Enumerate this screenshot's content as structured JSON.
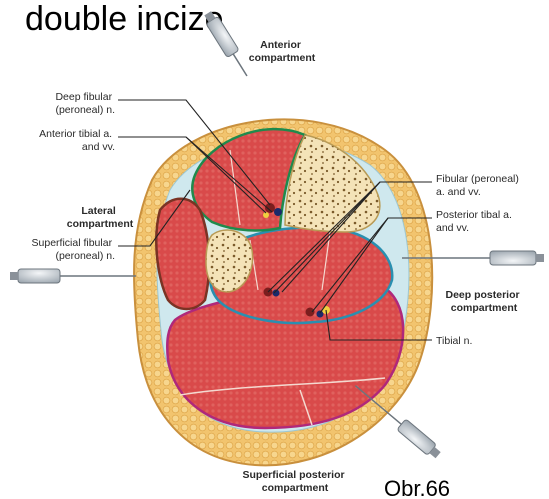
{
  "header": {
    "title_fragment": "double incize"
  },
  "labels": {
    "anterior_compartment": [
      "Anterior",
      "compartment"
    ],
    "deep_fibular_n": [
      "Deep fibular",
      "(peroneal) n."
    ],
    "anterior_tibial_a": [
      "Anterior tibial a.",
      "and vv."
    ],
    "lateral_compartment": [
      "Lateral",
      "compartment"
    ],
    "superficial_fibular_n": [
      "Superficial fibular",
      "(peroneal) n."
    ],
    "fibular_a": [
      "Fibular (peroneal)",
      "a. and vv."
    ],
    "posterior_tibial_a": [
      "Posterior tibal a.",
      "and vv."
    ],
    "deep_posterior_compartment": [
      "Deep posterior",
      "compartment"
    ],
    "tibial_n": [
      "Tibial n."
    ],
    "superficial_posterior_compartment": [
      "Superficial posterior",
      "compartment"
    ]
  },
  "footer": {
    "figure_ref": "Obr.66"
  },
  "colors": {
    "muscle": "#d94a4a",
    "fat": "#f2c46e",
    "bone": "#f4e3b8",
    "bone_spots": "#7a5a2a",
    "fascia": "#cfe8ee",
    "anterior_septum": "#1f8a4c",
    "deep_posterior_septum": "#2a8fb0",
    "superficial_posterior_septum": "#b0287a",
    "lateral_septum": "#7a3324",
    "skin_outline": "#c9903d"
  },
  "icons": [
    "syringe-icon-top",
    "syringe-icon-left",
    "syringe-icon-right",
    "syringe-icon-bottom"
  ]
}
